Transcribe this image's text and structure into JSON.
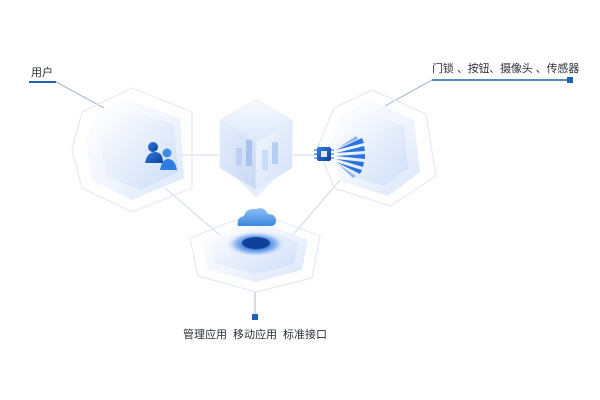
{
  "labels": {
    "user": "用户",
    "devices": "门锁 、按钮、摄像头 、传感器",
    "bottom": [
      "管理应用",
      "移动应用",
      "标准接口"
    ]
  },
  "colors": {
    "accent": "#1e62b0",
    "light_blue": "#dfe9fb",
    "mid_blue": "#8fb6f0",
    "line_gray": "#c9d3e4"
  },
  "icons": {
    "left_hex": "users-icon",
    "center_cube": "cube-icon",
    "right_hex": "chip-signal-icon",
    "bottom_hex": "cloud-icon"
  }
}
